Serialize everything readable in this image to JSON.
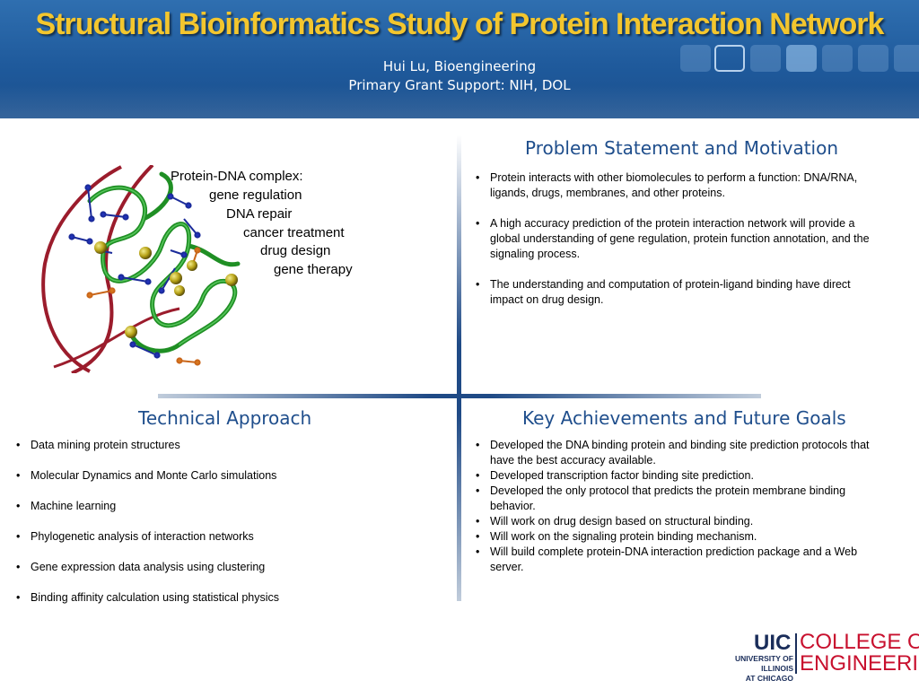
{
  "header": {
    "title": "Structural Bioinformatics Study of Protein Interaction Network",
    "author_line": "Hui Lu, Bioengineering",
    "grant_line": "Primary Grant Support: NIH, DOL"
  },
  "problem": {
    "heading": "Problem Statement and Motivation",
    "bullets": [
      "Protein interacts with other biomolecules to perform a function: DNA/RNA, ligands, drugs, membranes, and other proteins.",
      "A high accuracy prediction of the protein interaction network will provide a global understanding of gene regulation, protein function annotation, and the signaling process.",
      "The understanding and computation of protein-ligand binding have direct impact on drug design."
    ]
  },
  "figure": {
    "lines": [
      "Protein-DNA complex:",
      "gene regulation",
      "DNA repair",
      "cancer treatment",
      "drug design",
      "gene therapy"
    ]
  },
  "technical": {
    "heading": "Technical Approach",
    "bullets": [
      "Data mining protein structures",
      "Molecular Dynamics and Monte Carlo simulations",
      "Machine learning",
      "Phylogenetic analysis of interaction networks",
      "Gene expression data analysis using clustering",
      "Binding affinity calculation using statistical physics"
    ]
  },
  "achievements": {
    "heading": "Key Achievements and Future Goals",
    "bullets": [
      "Developed the DNA binding protein and binding site prediction protocols that have the best accuracy available.",
      "Developed transcription factor binding site prediction.",
      "Developed the only protocol that predicts the protein membrane binding behavior.",
      "Will work on drug design based on structural binding.",
      "Will work on the signaling protein binding mechanism.",
      "Will build complete protein-DNA interaction prediction package and a Web server."
    ]
  },
  "logo": {
    "uic": "UIC",
    "college_line1": "COLLEGE OF",
    "college_line2": "ENGINEERING",
    "univ_line1": "UNIVERSITY OF ILLINOIS",
    "univ_line2": "AT CHICAGO"
  },
  "colors": {
    "title": "#f3c62e",
    "heading": "#1f4e8c",
    "header_bg": "#1f5a9c",
    "logo_red": "#c8102e"
  }
}
